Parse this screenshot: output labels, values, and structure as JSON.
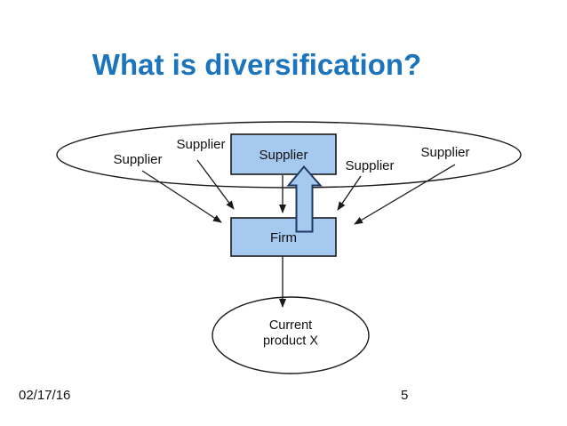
{
  "slide": {
    "title": "What is diversification?",
    "footer": {
      "date": "02/17/16",
      "page_number": "5"
    },
    "colors": {
      "title_text": "#1b74bc",
      "shape_fill": "#a6caef",
      "shape_border": "#1a1a1a",
      "block_arrow_border": "#1f3864",
      "body_text": "#111111"
    },
    "diagram": {
      "supplier_label_left": "Supplier",
      "supplier_label_upper_left": "Supplier",
      "supplier_box_label": "Supplier",
      "supplier_label_right": "Supplier",
      "supplier_label_far_right": "Supplier",
      "firm_label": "Firm",
      "product_line1": "Current",
      "product_line2": "product X"
    }
  }
}
